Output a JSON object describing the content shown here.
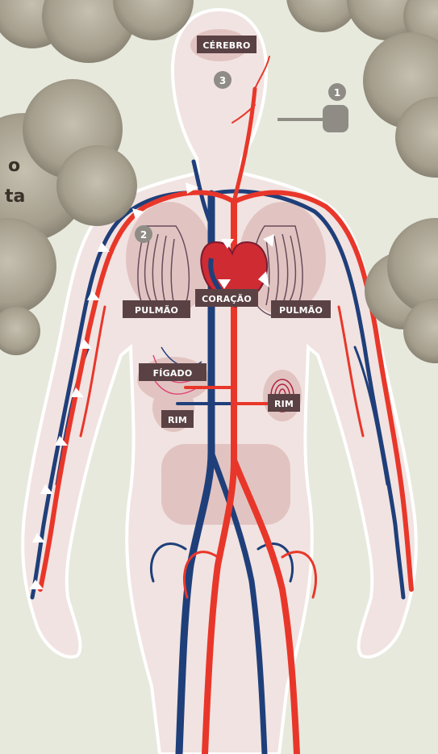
{
  "labels": {
    "cerebro": "CÉREBRO",
    "coracao": "CORAÇÃO",
    "pulmao_left": "PULMÃO",
    "pulmao_right": "PULMÃO",
    "figado": "FÍGADO",
    "rim_left": "RIM",
    "rim_right": "RIM"
  },
  "markers": {
    "m1": "1",
    "m2": "2",
    "m3": "3"
  },
  "cloud_fragments": {
    "line1": "o",
    "line2": "ta"
  },
  "colors": {
    "background": "#e7e9dd",
    "body": "#f1e3e1",
    "body_outline": "#ffffff",
    "artery": "#e8372a",
    "vein": "#1f3f7a",
    "organ_shadow": "#d9b4b0",
    "label_bg": "#5a4244",
    "marker": "#8f8c86",
    "smoke": "#aaa393"
  }
}
